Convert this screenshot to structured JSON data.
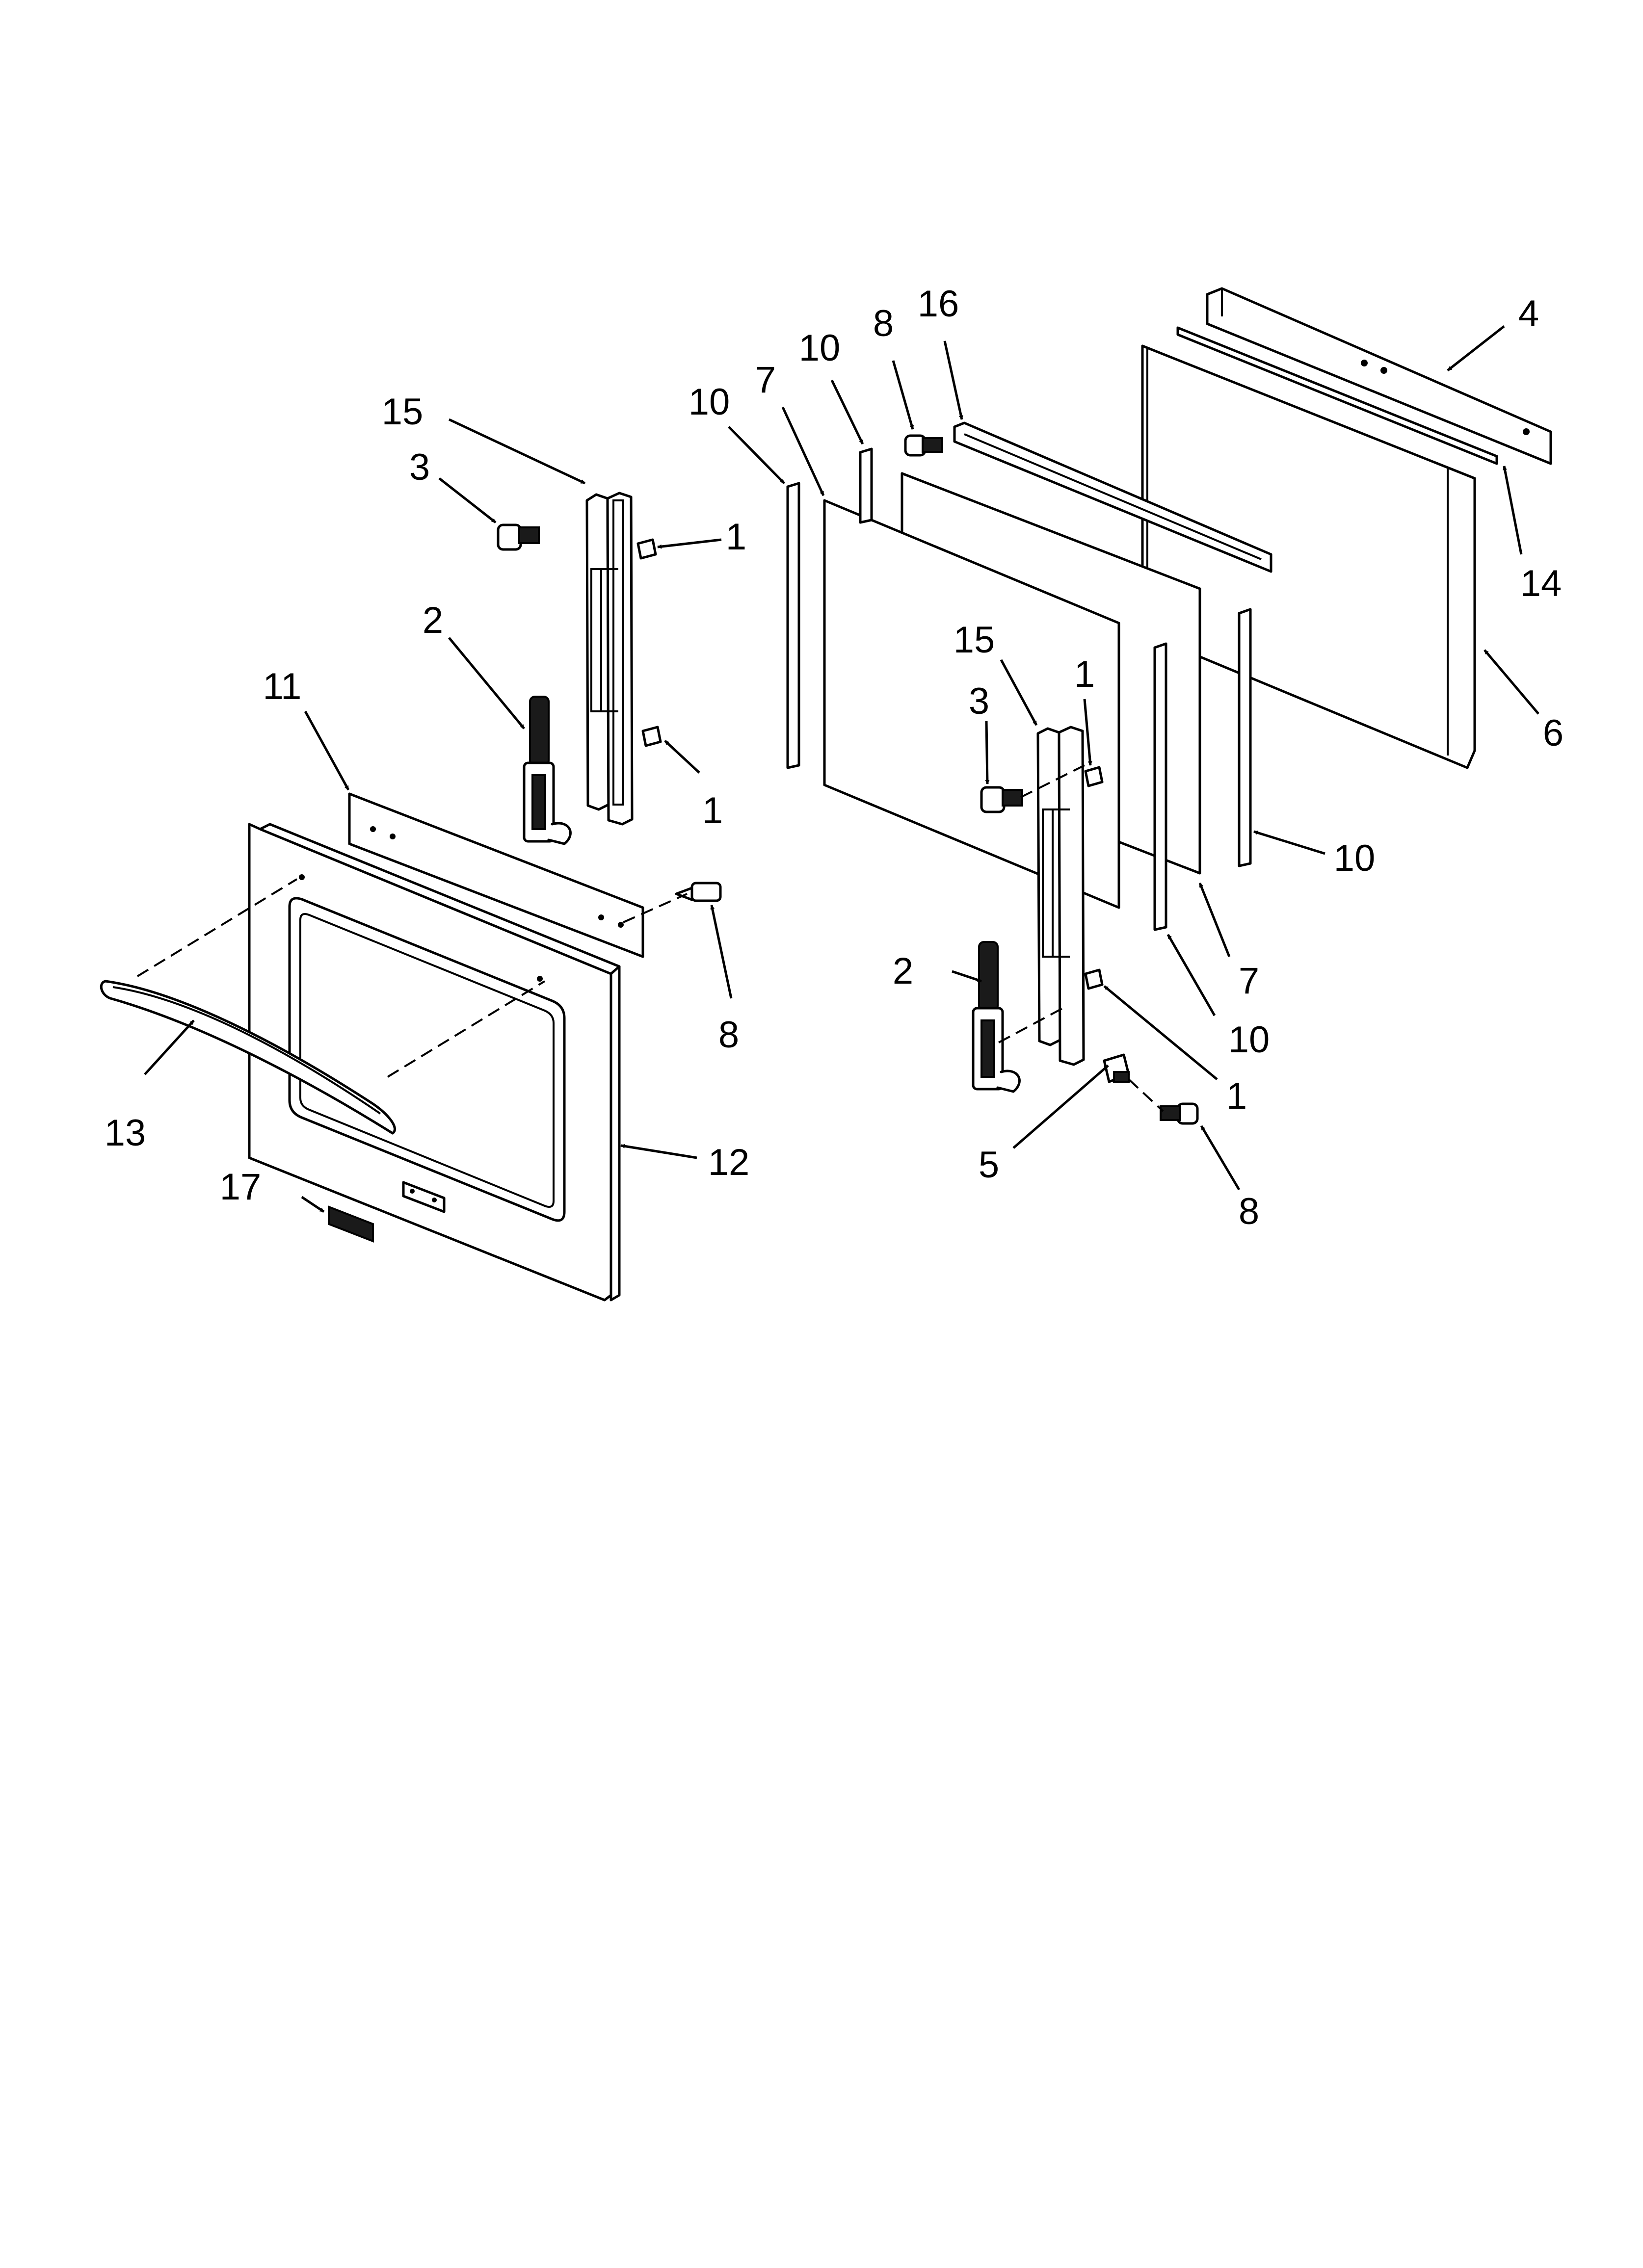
{
  "callouts": [
    {
      "id": "c-15-left",
      "label": "15"
    },
    {
      "id": "c-3-left",
      "label": "3"
    },
    {
      "id": "c-1-left-top",
      "label": "1"
    },
    {
      "id": "c-2-left",
      "label": "2"
    },
    {
      "id": "c-11",
      "label": "11"
    },
    {
      "id": "c-1-left-bottom",
      "label": "1"
    },
    {
      "id": "c-8-left",
      "label": "8"
    },
    {
      "id": "c-13",
      "label": "13"
    },
    {
      "id": "c-12",
      "label": "12"
    },
    {
      "id": "c-17",
      "label": "17"
    },
    {
      "id": "c-10-a",
      "label": "10"
    },
    {
      "id": "c-7-a",
      "label": "7"
    },
    {
      "id": "c-10-b",
      "label": "10"
    },
    {
      "id": "c-8-top",
      "label": "8"
    },
    {
      "id": "c-16",
      "label": "16"
    },
    {
      "id": "c-4",
      "label": "4"
    },
    {
      "id": "c-14",
      "label": "14"
    },
    {
      "id": "c-6",
      "label": "6"
    },
    {
      "id": "c-15-right",
      "label": "15"
    },
    {
      "id": "c-1-right-top",
      "label": "1"
    },
    {
      "id": "c-3-right",
      "label": "3"
    },
    {
      "id": "c-10-c",
      "label": "10"
    },
    {
      "id": "c-7-b",
      "label": "7"
    },
    {
      "id": "c-2-right",
      "label": "2"
    },
    {
      "id": "c-10-d",
      "label": "10"
    },
    {
      "id": "c-1-right-bottom",
      "label": "1"
    },
    {
      "id": "c-5",
      "label": "5"
    },
    {
      "id": "c-8-right",
      "label": "8"
    }
  ]
}
